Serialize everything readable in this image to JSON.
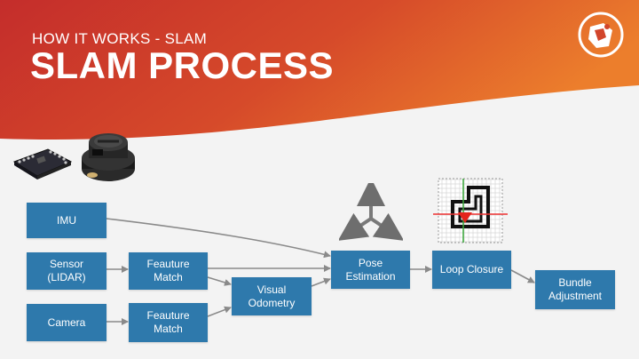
{
  "header": {
    "subtitle": "HOW IT WORKS - SLAM",
    "title": "SLAM PROCESS",
    "colors": {
      "gradient_start": "#c42d2b",
      "gradient_end": "#e8792b"
    },
    "logo_icon": "robot-shield-icon"
  },
  "diagram": {
    "box_color": "#2e79ac",
    "arrow_color": "#8a8a8a",
    "nodes": {
      "imu": "IMU",
      "sensor": "Sensor\n(LIDAR)",
      "camera": "Camera",
      "feature_match_1": "Feauture\nMatch",
      "feature_match_2": "Feauture\nMatch",
      "visual_odometry": "Visual\nOdometry",
      "pose_estimation": "Pose\nEstimation",
      "loop_closure": "Loop Closure",
      "bundle_adjustment": "Bundle\nAdjustment"
    },
    "illustrations": [
      "sensor-board-icon",
      "lidar-sensor-icon",
      "pose-axes-icon",
      "occupancy-grid-icon"
    ]
  }
}
